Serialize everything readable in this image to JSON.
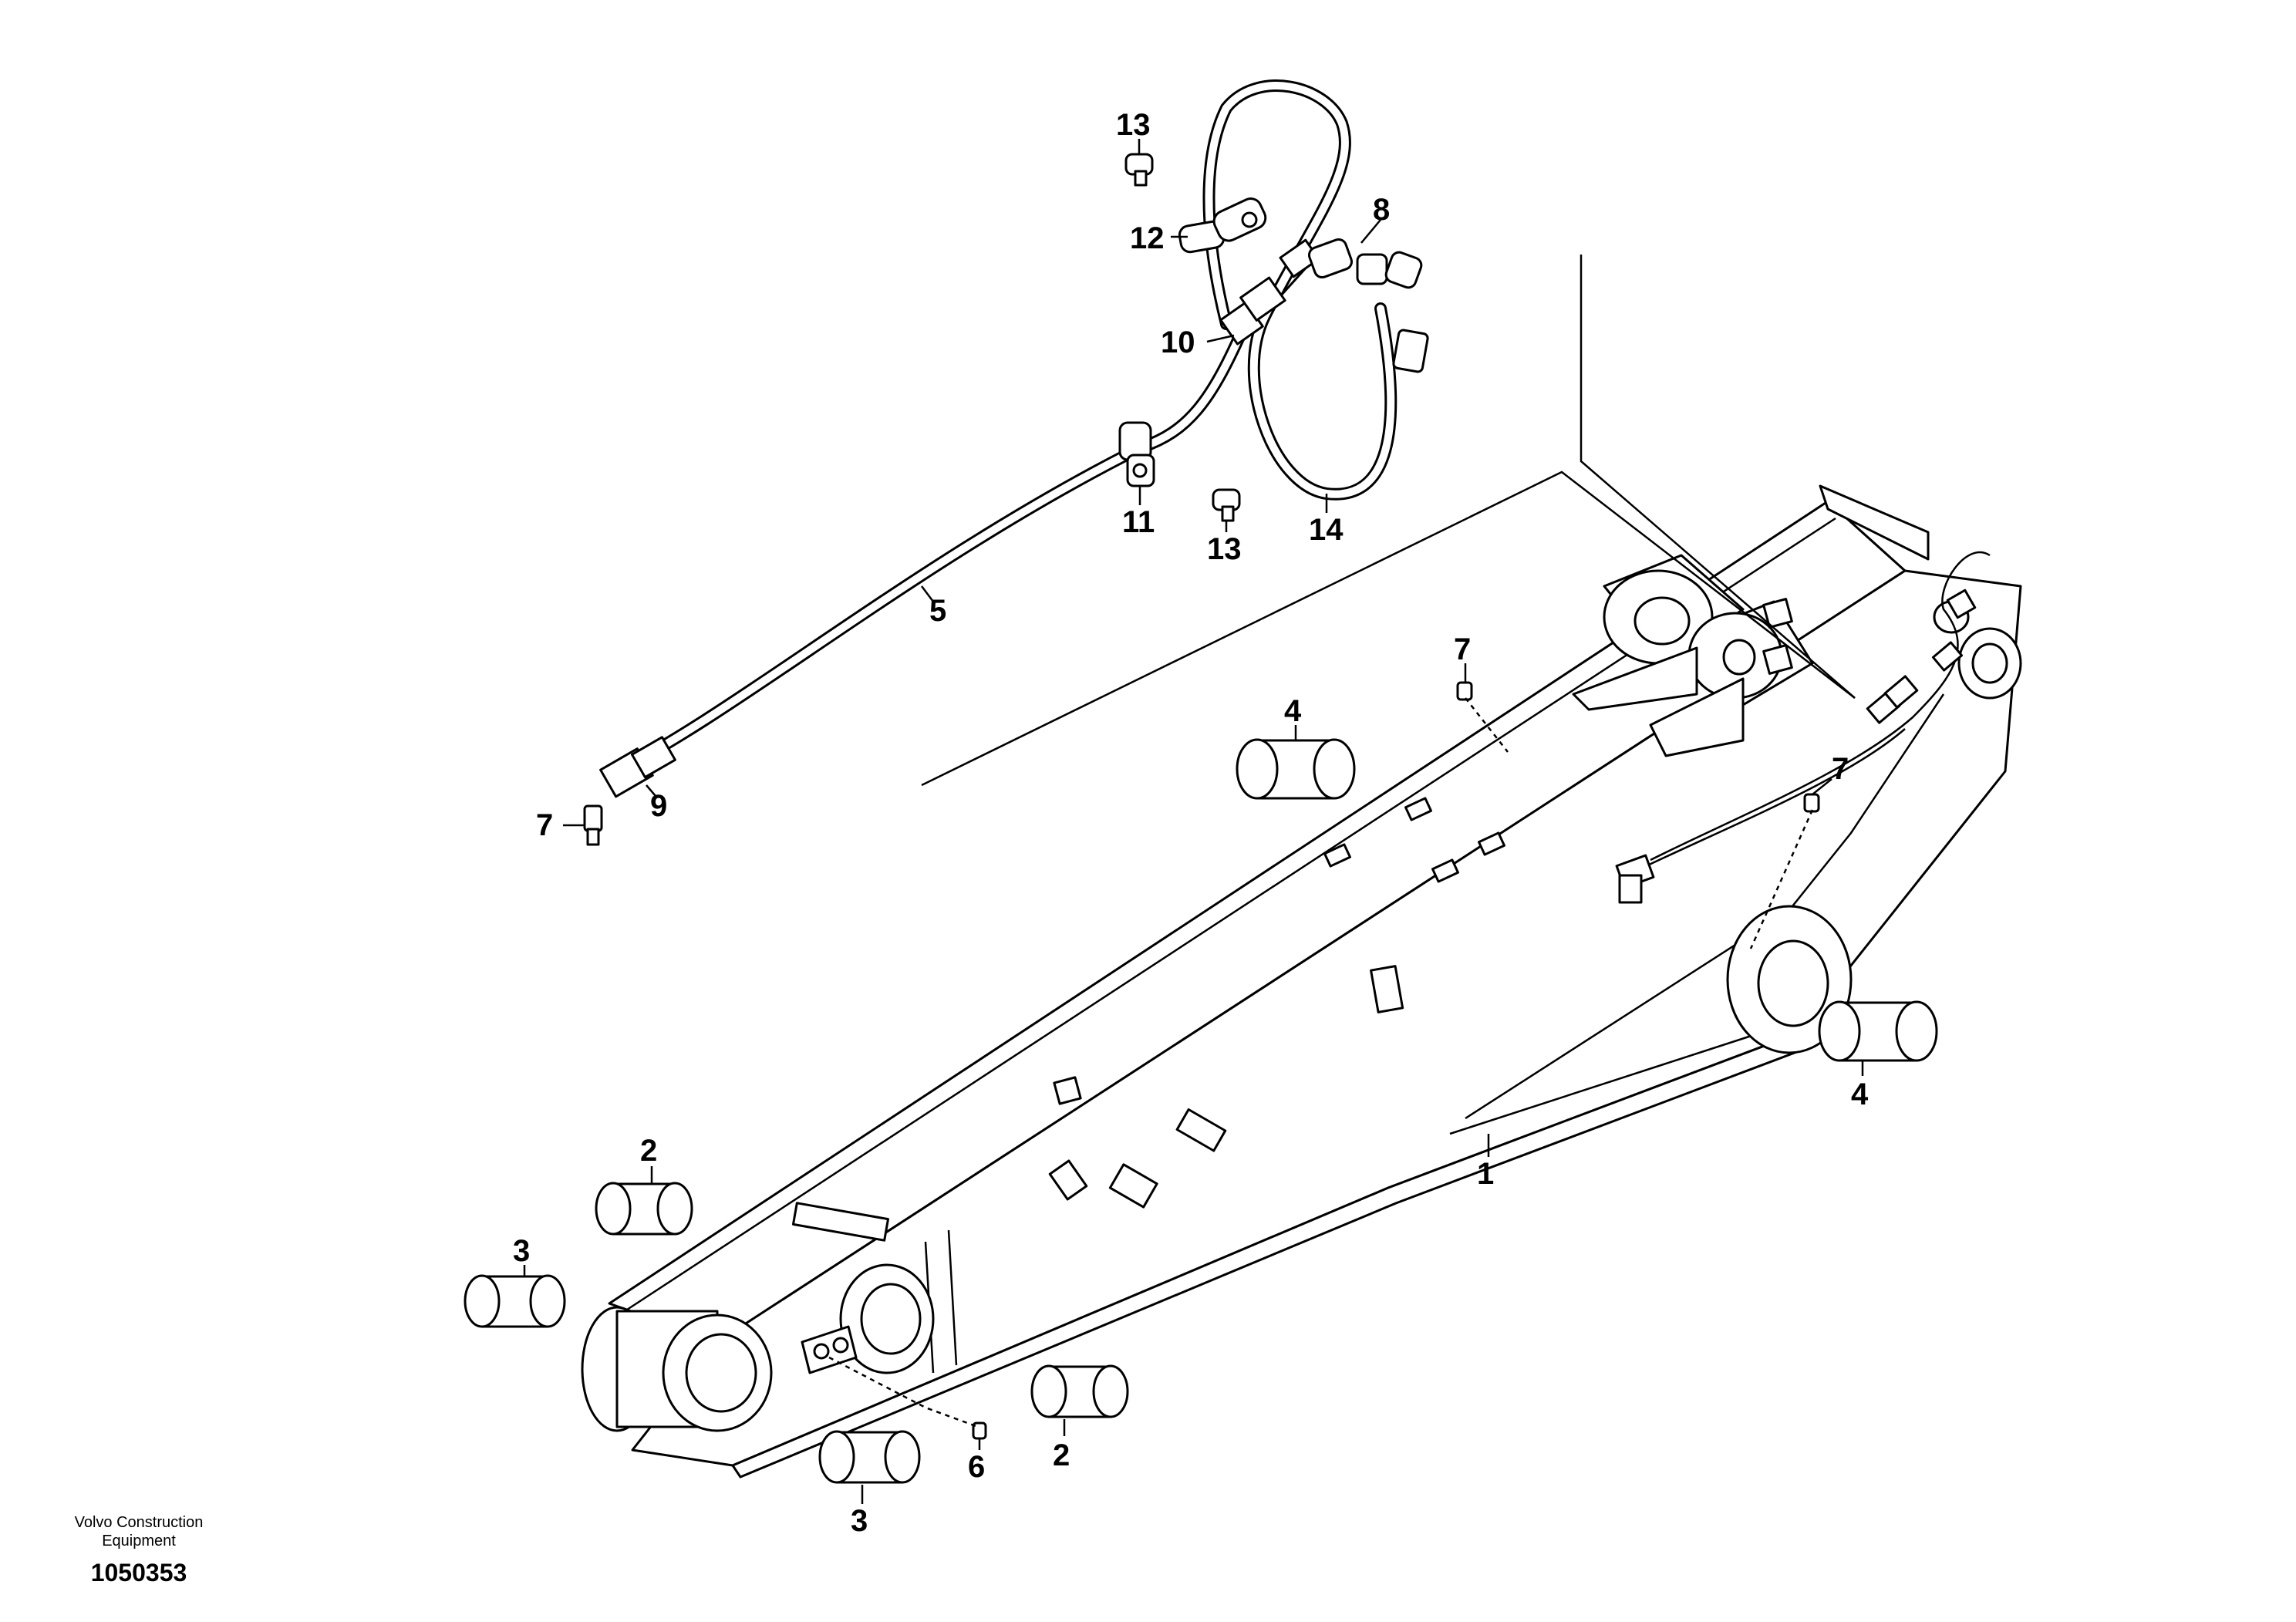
{
  "callouts": {
    "c1": "1",
    "c2a": "2",
    "c2b": "2",
    "c3a": "3",
    "c3b": "3",
    "c4a": "4",
    "c4b": "4",
    "c5": "5",
    "c6": "6",
    "c7a": "7",
    "c7b": "7",
    "c7c": "7",
    "c8": "8",
    "c9": "9",
    "c10": "10",
    "c11": "11",
    "c12": "12",
    "c13a": "13",
    "c13b": "13",
    "c14": "14"
  },
  "footer": {
    "brand_line1": "Volvo Construction",
    "brand_line2": "Equipment",
    "drawing_number": "1050353"
  }
}
